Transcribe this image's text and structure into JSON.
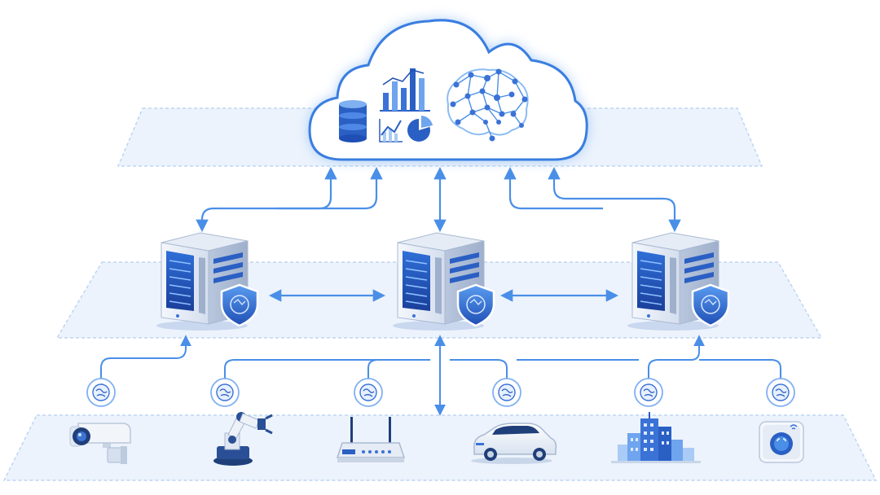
{
  "layers": [
    {
      "id": "cloud",
      "nodes": [
        {
          "id": "cloud-node",
          "icons": [
            "database-icon",
            "bar-chart-icon",
            "line-chart-icon",
            "pie-chart-icon",
            "neural-brain-icon"
          ]
        }
      ]
    },
    {
      "id": "edge",
      "nodes": [
        {
          "id": "edge-server-left",
          "icon": "server-icon",
          "badge": "ai-shield-icon"
        },
        {
          "id": "edge-server-center",
          "icon": "server-icon",
          "badge": "ai-shield-icon"
        },
        {
          "id": "edge-server-right",
          "icon": "server-icon",
          "badge": "ai-shield-icon"
        }
      ]
    },
    {
      "id": "device",
      "nodes": [
        {
          "id": "security-camera",
          "icon": "security-camera-icon",
          "chip": "ai-chip-icon"
        },
        {
          "id": "robot-arm",
          "icon": "robot-arm-icon",
          "chip": "ai-chip-icon"
        },
        {
          "id": "router",
          "icon": "router-icon",
          "chip": "ai-chip-icon"
        },
        {
          "id": "car",
          "icon": "car-icon",
          "chip": "ai-chip-icon"
        },
        {
          "id": "smart-building",
          "icon": "smart-building-icon",
          "chip": "ai-chip-icon"
        },
        {
          "id": "smart-thermostat",
          "icon": "smart-thermostat-icon",
          "chip": "ai-chip-icon"
        }
      ]
    }
  ],
  "connections": [
    {
      "from": "edge-server-left",
      "to": "cloud-node",
      "bidirectional": true
    },
    {
      "from": "edge-server-center",
      "to": "cloud-node",
      "bidirectional": true
    },
    {
      "from": "edge-server-right",
      "to": "cloud-node",
      "bidirectional": true
    },
    {
      "from": "edge-server-left",
      "to": "edge-server-center",
      "bidirectional": true
    },
    {
      "from": "edge-server-center",
      "to": "edge-server-right",
      "bidirectional": true
    },
    {
      "from": "security-camera",
      "to": "edge-server-left",
      "bidirectional": false
    },
    {
      "from": "robot-arm",
      "to": "edge-server-center",
      "bidirectional": false
    },
    {
      "from": "router",
      "to": "edge-server-center",
      "bidirectional": false
    },
    {
      "from": "car",
      "to": "edge-server-center",
      "bidirectional": false
    },
    {
      "from": "smart-building",
      "to": "edge-server-right",
      "bidirectional": false
    },
    {
      "from": "smart-thermostat",
      "to": "edge-server-right",
      "bidirectional": false
    },
    {
      "from": "edge-server-center",
      "to": "router",
      "bidirectional": true
    }
  ],
  "colors": {
    "accent": "#4a8fe7",
    "deep": "#1f4fb5",
    "mid": "#3a72d6",
    "light": "#a9cbf5",
    "layer_fill": "#eaf2fc",
    "layer_stroke": "#b7d1f2"
  }
}
